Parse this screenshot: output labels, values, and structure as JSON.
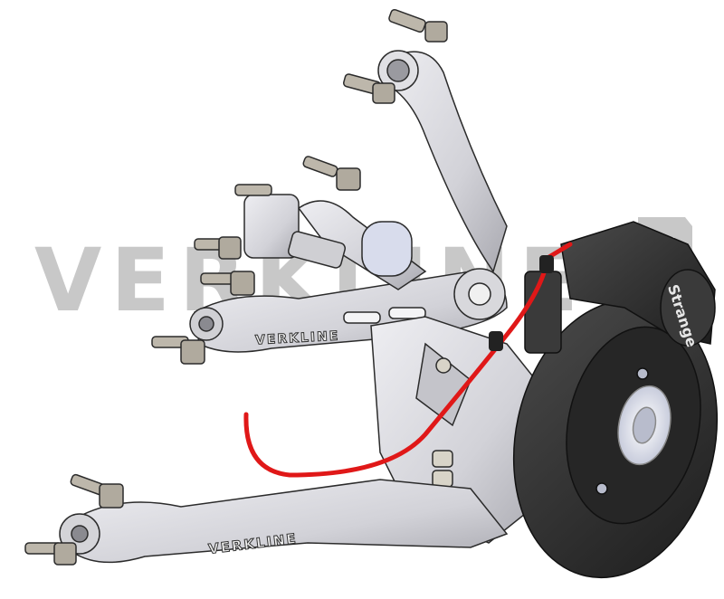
{
  "image": {
    "subject": "Rear suspension assembly CAD render with control arms, upright, brake rotor and caliper",
    "background_color": "#ffffff"
  },
  "watermark": {
    "text": "VERKLINE",
    "color": "#c8c8c8"
  },
  "engravings": {
    "upper_arm": "VERKLINE",
    "lower_arm": "VERKLINE"
  },
  "caliper": {
    "brand_text": "Strange",
    "color": "#3a3a3a"
  },
  "colors": {
    "arm_silver": "#d4d4d8",
    "arm_shadow": "#a8a8ae",
    "outline": "#2b2b2b",
    "rotor": "#2a2a2a",
    "hub": "#e4e6f0",
    "brake_line": "#e01818",
    "bolt": "#b8b2a6"
  }
}
